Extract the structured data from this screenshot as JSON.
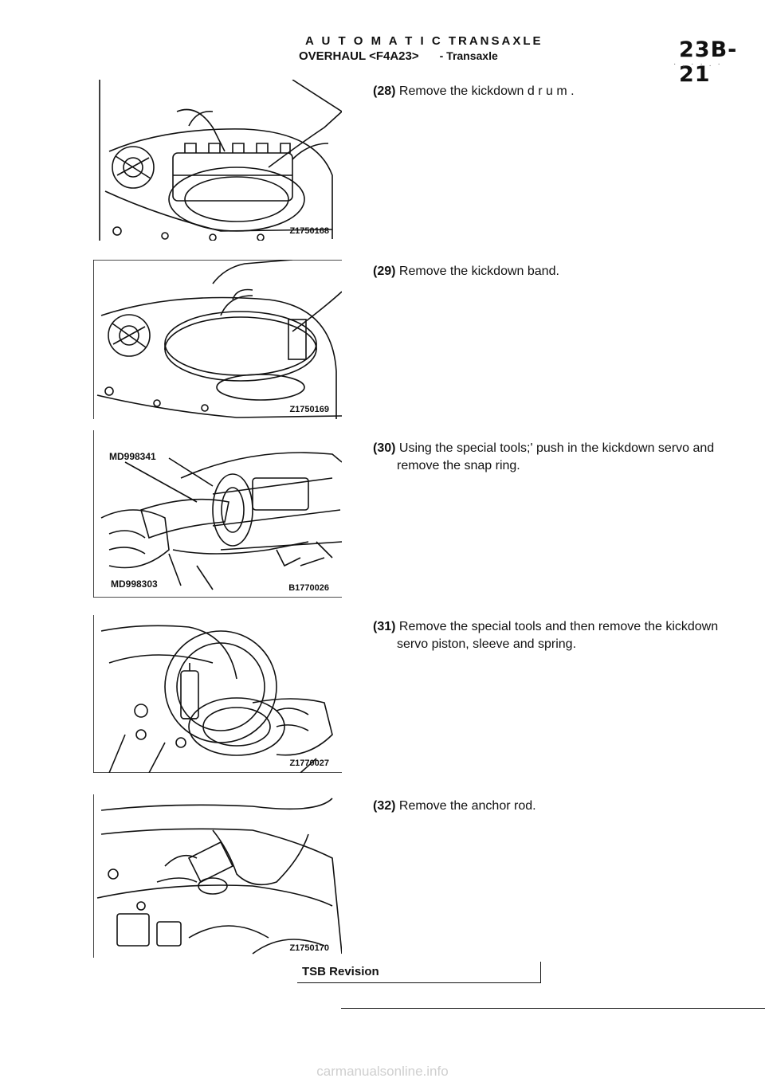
{
  "header": {
    "line1": "A U T O M A T I C TRANSAXLE",
    "line2": "OVERHAUL <F4A23>",
    "line2_sub": "- Transaxle",
    "page_number": "23B-21"
  },
  "figures": [
    {
      "code": "Z1750168",
      "tools": []
    },
    {
      "code": "Z1750169",
      "tools": []
    },
    {
      "code": "B1770026",
      "tools": [
        "MD998341",
        "MD998303"
      ]
    },
    {
      "code": "Z1770027",
      "tools": []
    },
    {
      "code": "Z1750170",
      "tools": []
    }
  ],
  "steps": [
    {
      "num": "(28)",
      "lines": [
        "Remove the kickdown d r u m ."
      ]
    },
    {
      "num": "(29)",
      "lines": [
        "Remove the kickdown band."
      ]
    },
    {
      "num": "(30)",
      "lines": [
        "Using the special tools;' push in the kickdown servo and",
        "remove the snap ring."
      ]
    },
    {
      "num": "(31)",
      "lines": [
        "Remove the special tools and then remove the kickdown",
        "servo piston, sleeve and spring."
      ]
    },
    {
      "num": "(32)",
      "lines": [
        "Remove the anchor rod."
      ]
    }
  ],
  "footer": {
    "tsb": "TSB Revision",
    "site": "carmanualsonline.info"
  }
}
